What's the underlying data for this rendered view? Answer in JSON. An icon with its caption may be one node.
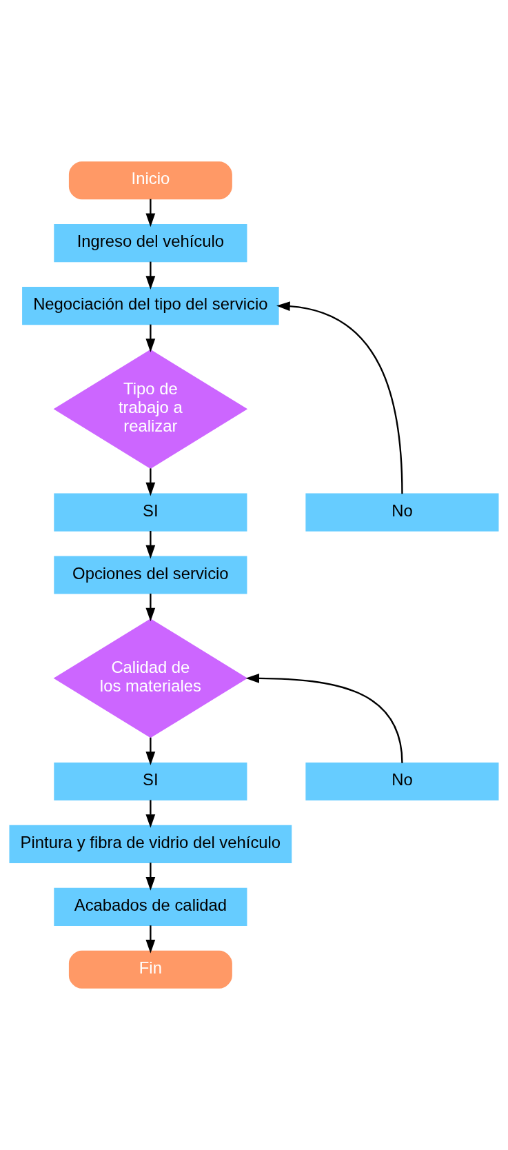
{
  "diagram": {
    "nodes": [
      {
        "text": [
          "Inicio"
        ]
      },
      {
        "text": [
          "Ingreso del vehículo"
        ]
      },
      {
        "text": [
          "Negociación del tipo del servicio"
        ]
      },
      {
        "text": [
          "Tipo de trabajo a realizar"
        ]
      },
      {
        "text": [
          "SI"
        ]
      },
      {
        "text": [
          "No"
        ]
      },
      {
        "text": [
          "Opciones del servicio"
        ]
      },
      {
        "text": [
          "Calidad de los materiales"
        ]
      },
      {
        "text": [
          "SI"
        ]
      },
      {
        "text": [
          "No"
        ]
      },
      {
        "text": [
          "Pintura y fibra de vidrio del vehículo"
        ]
      },
      {
        "text": [
          "Acabados de calidad"
        ]
      },
      {
        "text": [
          "Fin"
        ]
      }
    ],
    "edges": [
      {
        "from": 0,
        "to": 1,
        "arrow": "to"
      },
      {
        "from": 1,
        "to": 2,
        "arrow": "to"
      },
      {
        "from": 2,
        "to": 3,
        "arrow": "to"
      },
      {
        "from": 3,
        "to": 4,
        "arrow": "to"
      },
      {
        "from": 5,
        "to": 2,
        "arrow": "to"
      },
      {
        "from": 4,
        "to": 6,
        "arrow": "to"
      },
      {
        "from": 6,
        "to": 7,
        "arrow": "to"
      },
      {
        "from": 7,
        "to": 8,
        "arrow": "to"
      },
      {
        "from": 9,
        "to": 7,
        "arrow": "to"
      },
      {
        "from": 8,
        "to": 10,
        "arrow": "to"
      },
      {
        "from": 10,
        "to": 11,
        "arrow": "to"
      },
      {
        "from": 11,
        "to": 12,
        "arrow": "to"
      }
    ]
  }
}
